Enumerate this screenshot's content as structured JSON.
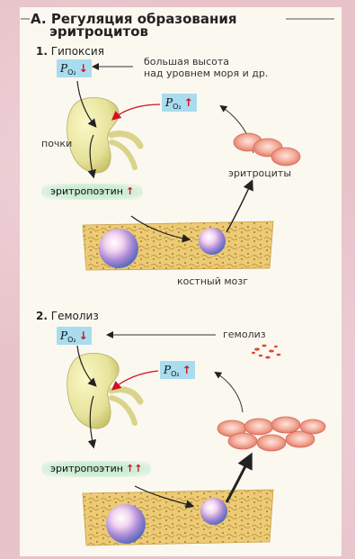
{
  "title": {
    "section_letter": "A.",
    "line1": "Регуляция образования",
    "line2": "эритроцитов"
  },
  "panel1": {
    "number": "1.",
    "heading": "Гипоксия",
    "po2_label": "P",
    "po2_sub": "O₂",
    "po2_down": "↓",
    "po2_up": "↑",
    "cause_line1": "большая высота",
    "cause_line2": "над уровнем моря и др.",
    "kidney_label": "почки",
    "erythrocytes_label": "эритроциты",
    "epo_label": "эритропоэтин",
    "epo_arrow": "↑",
    "marrow_label": "костный мозг"
  },
  "panel2": {
    "number": "2.",
    "heading": "Гемолиз",
    "po2_label": "P",
    "po2_sub": "O₂",
    "po2_down": "↓",
    "po2_up": "↑",
    "hemolysis_label": "гемолиз",
    "epo_label": "эритропоэтин",
    "epo_arrow": "↑↑"
  },
  "colors": {
    "po2_box": "#a9dcee",
    "arrow_red": "#d01020",
    "kidney": "#e6e39a",
    "marrow": "#e9c66e",
    "cell": "#f4a590",
    "stem_cell": "#b8a8e0"
  }
}
